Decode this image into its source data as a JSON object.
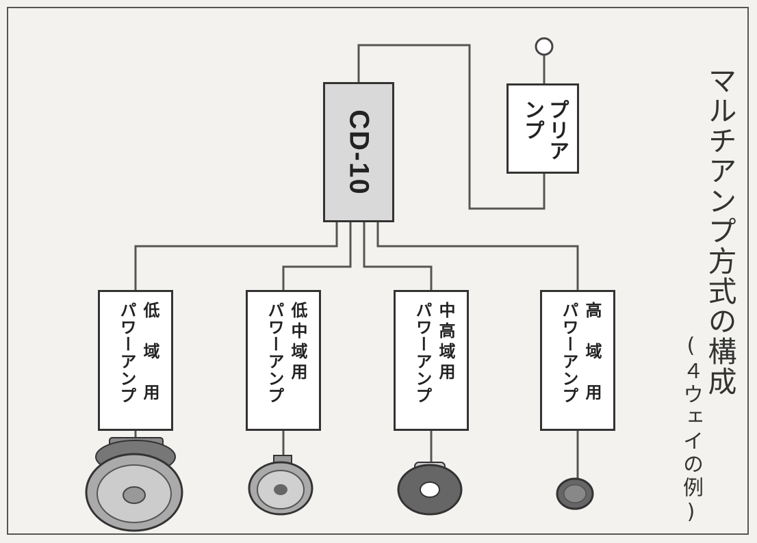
{
  "diagram": {
    "title": "マルチアンプ方式の構成",
    "subtitle": "(４ウェイの例)",
    "center_unit": {
      "label": "CD-10"
    },
    "preamp": {
      "label": "プリアンプ"
    },
    "amplifiers": [
      {
        "line1": "低　域　用",
        "line2": "パワーアンプ",
        "speaker": "woofer"
      },
      {
        "line1": "低中域用",
        "line2": "パワーアンプ",
        "speaker": "low-mid-speaker"
      },
      {
        "line1": "中高域用",
        "line2": "パワーアンプ",
        "speaker": "mid-high-speaker"
      },
      {
        "line1": "高　域　用",
        "line2": "パワーアンプ",
        "speaker": "tweeter"
      }
    ]
  }
}
